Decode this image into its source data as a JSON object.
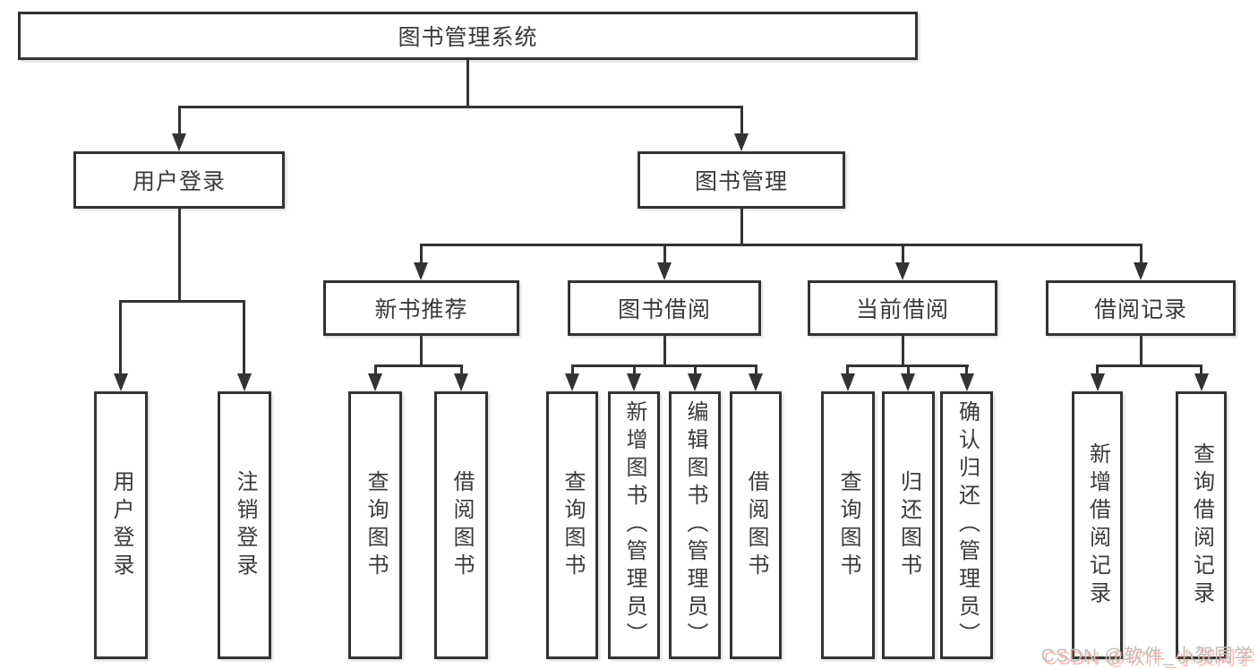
{
  "diagram": {
    "root": {
      "label": "图书管理系统"
    },
    "level2": {
      "user_login": {
        "label": "用户登录"
      },
      "book_mgmt": {
        "label": "图书管理"
      }
    },
    "level3": {
      "new_book": {
        "label": "新书推荐"
      },
      "book_borrow": {
        "label": "图书借阅"
      },
      "current_borrow": {
        "label": "当前借阅"
      },
      "borrow_record": {
        "label": "借阅记录"
      }
    },
    "leaves": {
      "g1": [
        "用户登录",
        "注销登录"
      ],
      "g2": [
        "查询图书",
        "借阅图书"
      ],
      "g3": [
        "查询图书",
        "新增图书（管理员）",
        "编辑图书（管理员）",
        "借阅图书"
      ],
      "g4": [
        "查询图书",
        "归还图书",
        "确认归还（管理员）"
      ],
      "g5": [
        "新增借阅记录",
        "查询借阅记录"
      ]
    },
    "watermark": "CSDN @软件_小贺同学",
    "colors": {
      "line": "#333333",
      "text": "#3a3a3a",
      "background": "#ffffff",
      "watermark_text": "#bfbfbf",
      "watermark_accent": "#fc5531"
    }
  }
}
